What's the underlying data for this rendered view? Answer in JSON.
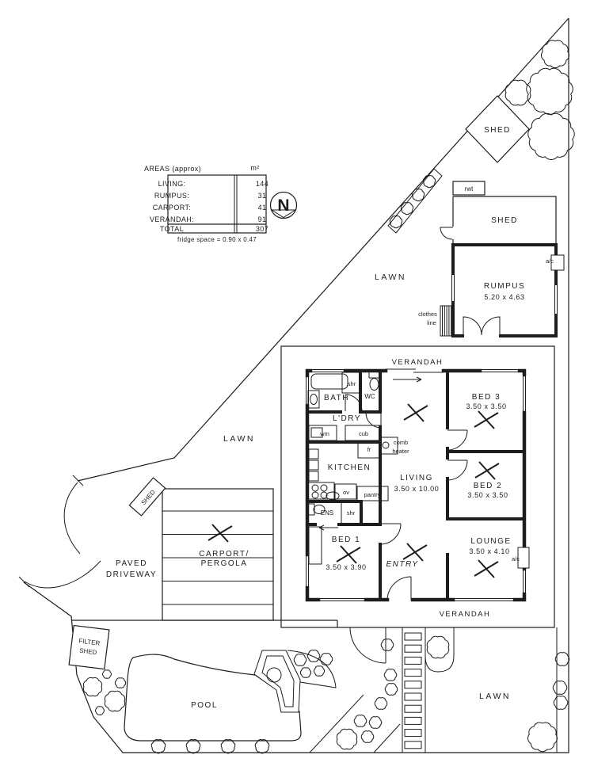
{
  "legend": {
    "title": "AREAS (approx)",
    "unit": "m²",
    "rows": [
      {
        "label": "LIVING:",
        "value": "144"
      },
      {
        "label": "RUMPUS:",
        "value": "31"
      },
      {
        "label": "CARPORT:",
        "value": "41"
      },
      {
        "label": "VERANDAH:",
        "value": "91"
      }
    ],
    "total_label": "TOTAL",
    "total_value": "307",
    "note": "fridge space = 0.90 x 0.47"
  },
  "compass": {
    "north": "N"
  },
  "site": {
    "lawn_top": "LAWN",
    "lawn_left": "LAWN",
    "lawn_bottom": "LAWN",
    "paved_line1": "PAVED",
    "paved_line2": "DRIVEWAY",
    "pool": "POOL",
    "filter_shed_line1": "FILTER",
    "filter_shed_line2": "SHED",
    "shed_diamond": "SHED",
    "shed_driveway": "SHED",
    "rwt": "rwt",
    "clothes_line1": "clothes",
    "clothes_line2": "line"
  },
  "outbuilding": {
    "shed": "SHED",
    "rumpus": "RUMPUS",
    "rumpus_dims": "5.20 x 4.63",
    "ac": "a/c"
  },
  "carport": {
    "line1": "CARPORT/",
    "line2": "PERGOLA"
  },
  "house": {
    "verandah_top": "VERANDAH",
    "verandah_bottom": "VERANDAH",
    "bath": "BATH",
    "wc": "WC",
    "shr_bath": "shr",
    "ldry": "L'DRY",
    "wm": "wm",
    "cub": "cub",
    "fr": "fr",
    "comb_line1": "comb",
    "comb_line2": "heater",
    "kitchen": "KITCHEN",
    "ov": "ov",
    "pantry": "pantry",
    "ens": "ENS",
    "shr_ens": "shr",
    "living": "LIVING",
    "living_dims": "3.50 x 10.00",
    "entry": "ENTRY",
    "bed1": "BED 1",
    "bed1_dims": "3.50 x 3.90",
    "bed2": "BED 2",
    "bed2_dims": "3.50 x 3.50",
    "bed3": "BED 3",
    "bed3_dims": "3.50 x 3.50",
    "lounge": "LOUNGE",
    "lounge_dims": "3.50 x 4.10",
    "ac_lounge": "a/c"
  }
}
